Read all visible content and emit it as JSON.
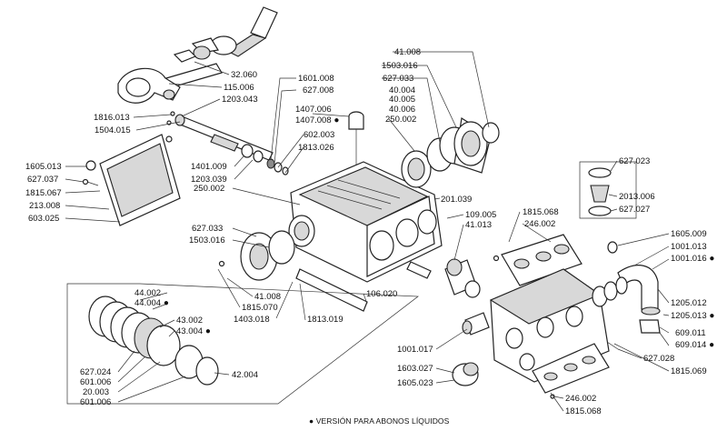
{
  "labels": {
    "l32060": "32.060",
    "l115006": "115.006",
    "l1203043": "1203.043",
    "l1816013": "1816.013",
    "l1504015": "1504.015",
    "l1605013": "1605.013",
    "l627037": "627.037",
    "l1815067": "1815.067",
    "l213008": "213.008",
    "l603025": "603.025",
    "l1601008": "1601.008",
    "l627008": "627.008",
    "l1407006": "1407.006",
    "l1407008": "1407.008",
    "l602003": "602.003",
    "l1813026": "1813.026",
    "l1401009": "1401.009",
    "l1203039": "1203.039",
    "l250002a": "250.002",
    "l41008a": "41.008",
    "l1503016a": "1503.016",
    "l627033a": "627.033",
    "l40004": "40.004",
    "l40005": "40.005",
    "l40006": "40.006",
    "l250002b": "250.002",
    "l201039": "201.039",
    "l109005": "109.005",
    "l41013": "41.013",
    "l1815068a": "1815.068",
    "l246002a": "246.002",
    "l627023": "627.023",
    "l2013006": "2013.006",
    "l627027": "627.027",
    "l627033b": "627.033",
    "l1503016b": "1503.016",
    "l41008b": "41.008",
    "l1815070": "1815.070",
    "l1403018": "1403.018",
    "l1813019": "1813.019",
    "l106020": "106.020",
    "l1605009": "1605.009",
    "l1001013": "1001.013",
    "l1001016": "1001.016",
    "l44002": "44.002",
    "l44004": "44.004",
    "l43002": "43.002",
    "l43004": "43.004",
    "l42004": "42.004",
    "l627024": "627.024",
    "l601006a": "601.006",
    "l20003": "20.003",
    "l601006b": "601.006",
    "l1205012": "1205.012",
    "l1205013": "1205.013",
    "l609011": "609.011",
    "l609014": "609.014",
    "l627028": "627.028",
    "l1815069": "1815.069",
    "l1001017": "1001.017",
    "l1603027": "1603.027",
    "l1605023": "1605.023",
    "l246002b": "246.002",
    "l1815068b": "1815.068"
  },
  "footer": "VERSIÓN PARA ABONOS LÍQUIDOS"
}
